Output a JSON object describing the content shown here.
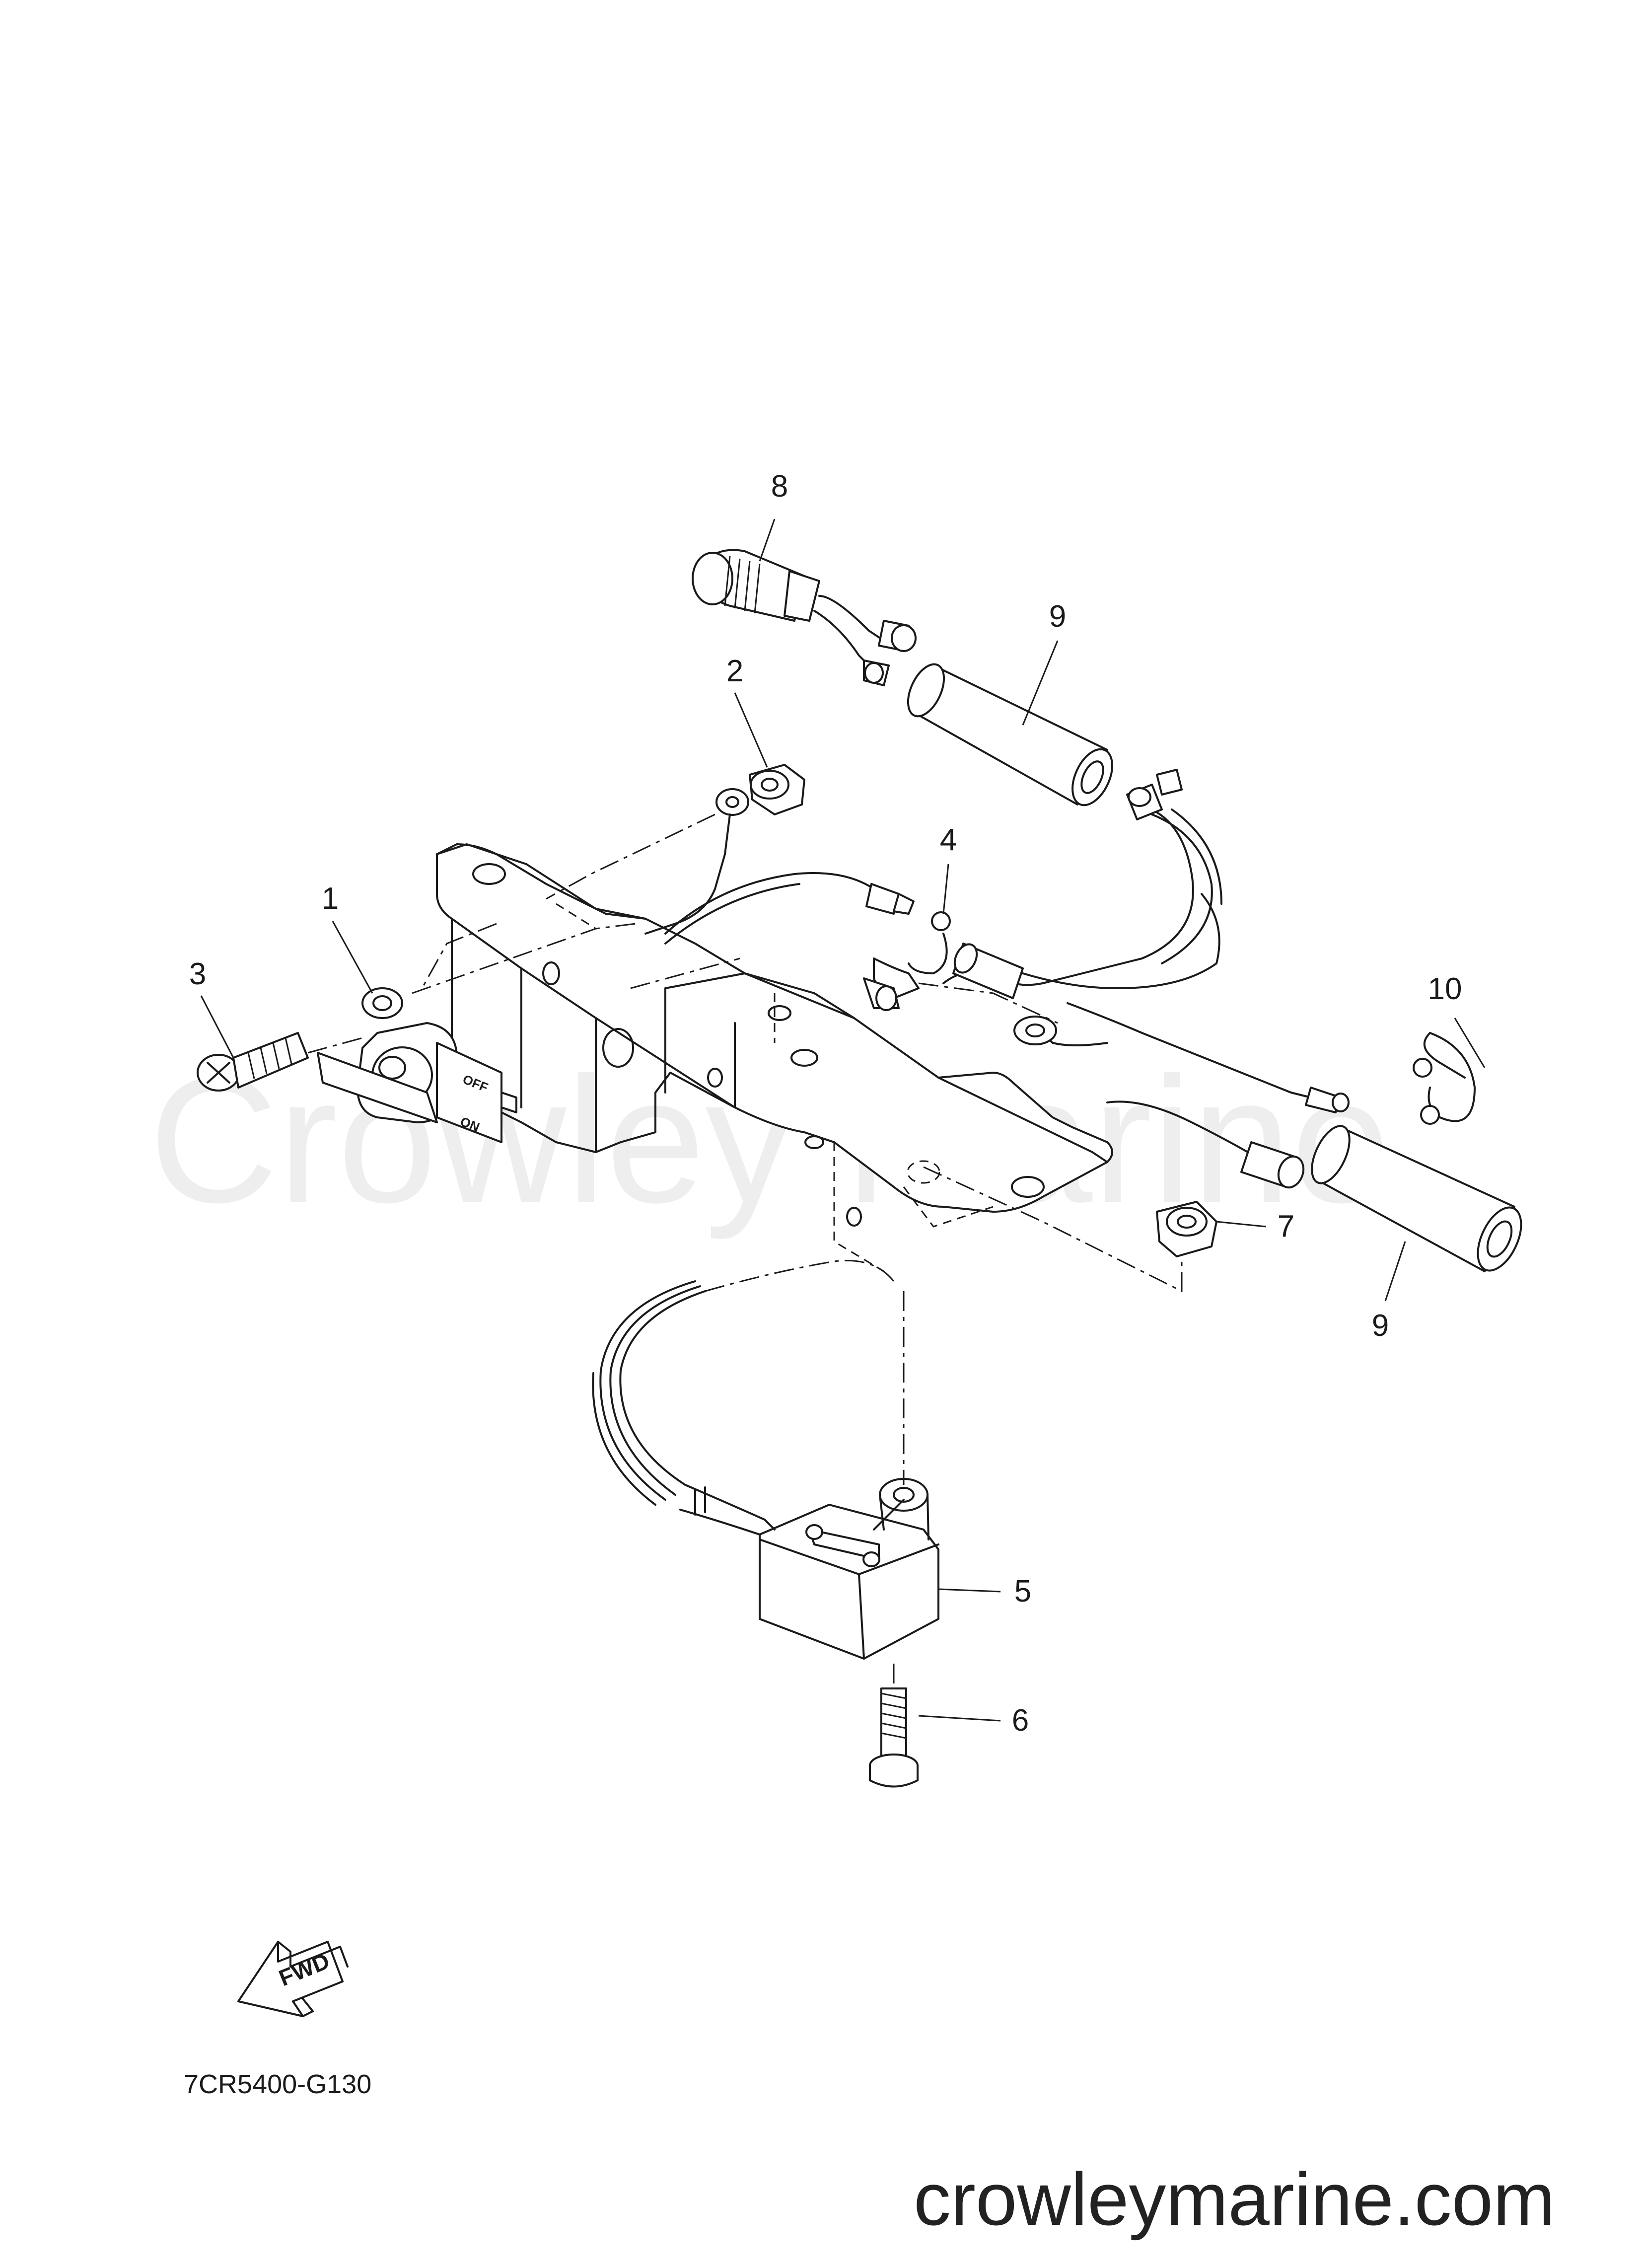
{
  "diagram": {
    "callouts": [
      {
        "id": "1",
        "label": "1"
      },
      {
        "id": "2",
        "label": "2"
      },
      {
        "id": "3",
        "label": "3"
      },
      {
        "id": "4",
        "label": "4"
      },
      {
        "id": "5",
        "label": "5"
      },
      {
        "id": "6",
        "label": "6"
      },
      {
        "id": "7",
        "label": "7"
      },
      {
        "id": "8",
        "label": "8"
      },
      {
        "id": "9a",
        "label": "9"
      },
      {
        "id": "9b",
        "label": "9"
      },
      {
        "id": "10",
        "label": "10"
      }
    ],
    "switch_labels": {
      "off": "OFF",
      "on": "ON"
    },
    "fwd_label": "FWD",
    "drawing_code": "7CR5400-G130",
    "watermark": "Crowley Marine",
    "site_url": "crowleymarine.com"
  }
}
